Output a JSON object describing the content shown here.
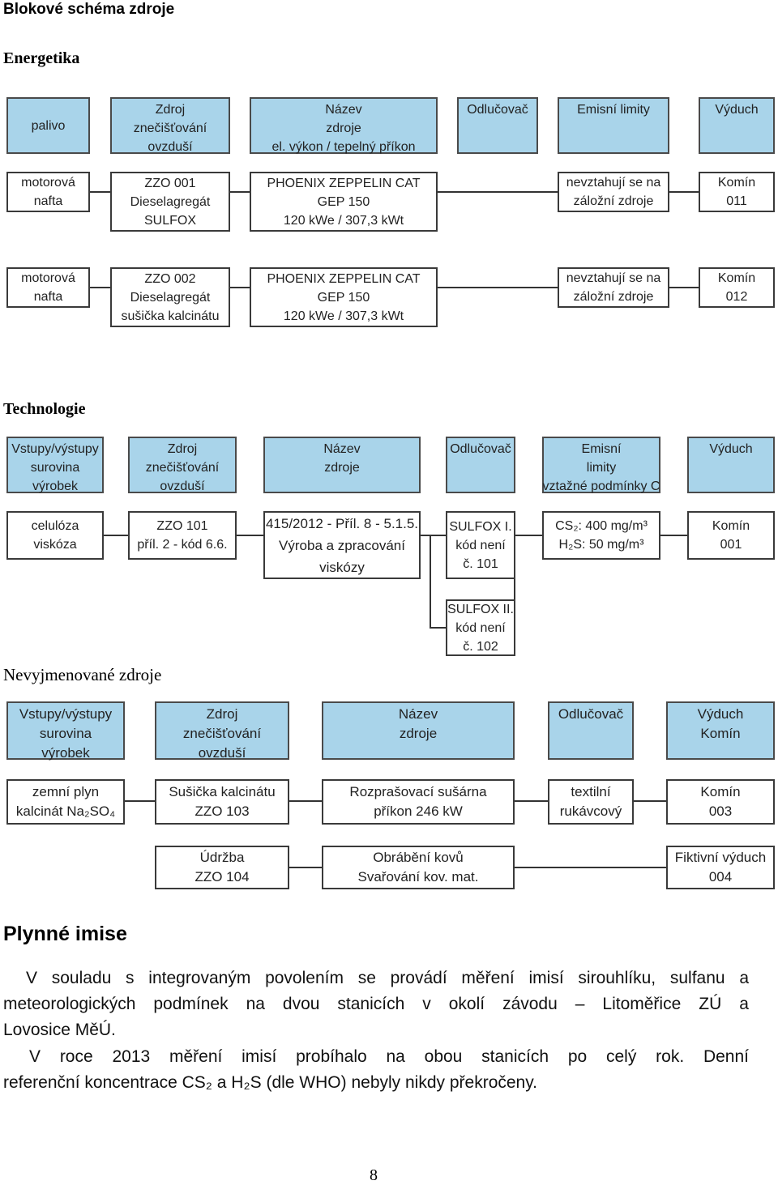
{
  "title": "Blokové schéma zdroje",
  "energetika": {
    "heading": "Energetika",
    "headers": [
      "palivo",
      "Zdroj|znečišťování|ovzduší",
      "Název|zdroje|el. výkon / tepelný příkon",
      "Odlučovač",
      "Emisní limity",
      "Výduch"
    ],
    "row1": [
      "motorová|nafta",
      "ZZO 001|Dieselagregát|SULFOX",
      "PHOENIX ZEPPELIN CAT|GEP 150|120 kWe / 307,3 kWt",
      "nevztahují se na|záložní zdroje",
      "Komín|011"
    ],
    "row2": [
      "motorová|nafta",
      "ZZO 002|Dieselagregát|sušička kalcinátu",
      "PHOENIX ZEPPELIN CAT|GEP 150|120 kWe / 307,3 kWt",
      "nevztahují se na|záložní zdroje",
      "Komín|012"
    ]
  },
  "technologie": {
    "heading": "Technologie",
    "headers": [
      "Vstupy/výstupy|surovina|výrobek",
      "Zdroj|znečišťování|ovzduší",
      "Název|zdroje",
      "Odlučovač",
      "Emisní|limity|vztažné podmínky C",
      "Výduch"
    ],
    "row1": [
      "celulóza|viskóza",
      "ZZO 101|příl. 2 - kód 6.6.",
      "415/2012 - Příl. 8 - 5.1.5.|Výroba a zpracování|viskózy",
      "SULFOX I.|kód není|č. 101",
      "CS₂: 400 mg/m³|H₂S: 50 mg/m³",
      "Komín|001"
    ],
    "sulfox2": "SULFOX II.|kód není|č. 102"
  },
  "nevyjmenovane": {
    "heading": "Nevyjmenované zdroje",
    "headers": [
      "Vstupy/výstupy|surovina|výrobek",
      "Zdroj|znečišťování|ovzduší",
      "Název|zdroje",
      "Odlučovač",
      "Výduch|Komín"
    ],
    "row1": [
      "zemní plyn|kalcinát Na₂SO₄",
      "Sušička kalcinátu|ZZO 103",
      "Rozprašovací sušárna|příkon 246 kW",
      "textilní|rukávcový",
      "Komín|003"
    ],
    "row2": [
      "Údržba|ZZO 104",
      "Obrábění kovů|Svařování kov. mat.",
      "Fiktivní výduch|004"
    ]
  },
  "plynne": {
    "heading": "Plynné imise",
    "p1": [
      "V souladu s integrovaným povolením se provádí měření imisí sirouhlíku, sulfanu a",
      "meteorologických podmínek na dvou stanicích v okolí závodu – Litoměřice ZÚ a",
      "Lovosice MěÚ."
    ],
    "p2": [
      "V roce 2013 měření imisí probíhalo na obou stanicích po celý rok. Denní",
      "referenční koncentrace CS₂ a H₂S (dle WHO) nebyly nikdy překročeny."
    ]
  },
  "page_number": "8"
}
